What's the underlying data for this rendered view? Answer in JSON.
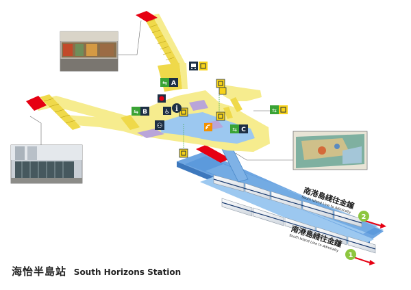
{
  "station": {
    "name_zh": "海怡半島站",
    "name_en": "South Horizons Station"
  },
  "exits": [
    {
      "letter": "A"
    },
    {
      "letter": "B"
    },
    {
      "letter": "C"
    }
  ],
  "platforms": [
    {
      "number": "2",
      "label_zh": "南港島綫往金鐘",
      "label_en": "South Island Line to Admiralty"
    },
    {
      "number": "1",
      "label_zh": "南港島綫往金鐘",
      "label_en": "South Island Line to Admiralty"
    }
  ],
  "info_icon": "i",
  "colors": {
    "concourse": "#f6ec8e",
    "stairs": "#efd94a",
    "platform": "#7fb2e6",
    "track": "#5aa0e0",
    "exit_red": "#e60012",
    "lavender": "#b9a5d9",
    "badge_dark": "#1d2f44",
    "badge_green": "#3aa335",
    "badge_yellow": "#f7d21a",
    "platform_circle": "#8dc63f",
    "arrow_red": "#e60012"
  },
  "icons": [
    "lift-icon",
    "escalator-icon",
    "toilet-icon",
    "information-icon",
    "customer-service-icon",
    "wifi-icon",
    "accessible-icon",
    "train-icon"
  ]
}
